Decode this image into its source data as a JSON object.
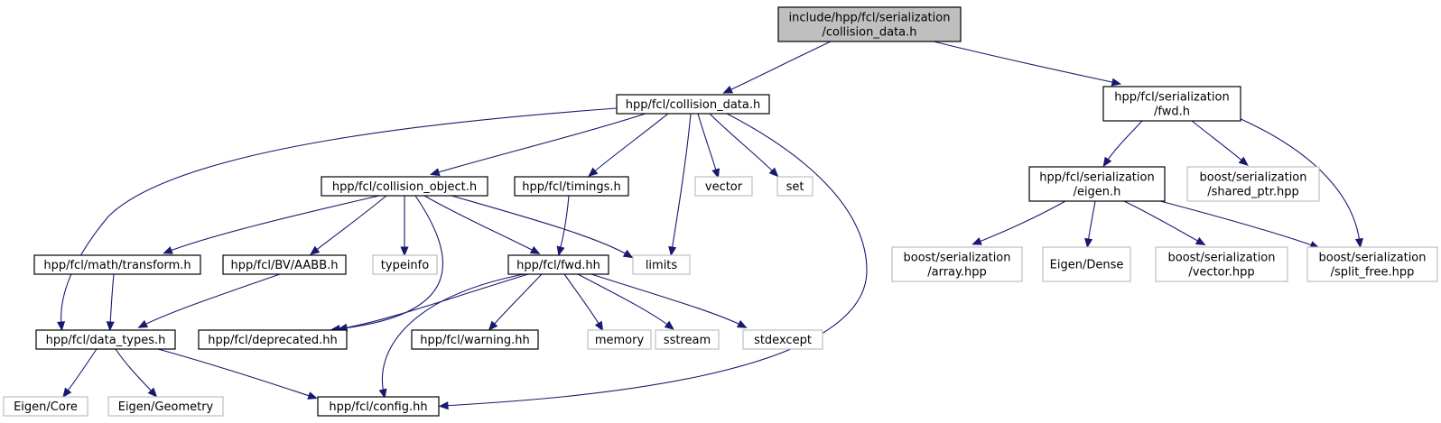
{
  "colors": {
    "edge": "#191970",
    "root_fill": "#bfbfbf",
    "node_border": "#000000",
    "external_border": "#bfbfbf",
    "background": "#ffffff"
  },
  "nodes": [
    {
      "id": "root",
      "lines": [
        "include/hpp/fcl/serialization",
        "/collision_data.h"
      ],
      "kind": "root"
    },
    {
      "id": "collision_data",
      "lines": [
        "hpp/fcl/collision_data.h"
      ],
      "kind": "internal"
    },
    {
      "id": "ser_fwd",
      "lines": [
        "hpp/fcl/serialization",
        "/fwd.h"
      ],
      "kind": "internal"
    },
    {
      "id": "collision_object",
      "lines": [
        "hpp/fcl/collision_object.h"
      ],
      "kind": "internal"
    },
    {
      "id": "timings",
      "lines": [
        "hpp/fcl/timings.h"
      ],
      "kind": "internal"
    },
    {
      "id": "vector",
      "lines": [
        "vector"
      ],
      "kind": "external"
    },
    {
      "id": "set",
      "lines": [
        "set"
      ],
      "kind": "external"
    },
    {
      "id": "ser_eigen",
      "lines": [
        "hpp/fcl/serialization",
        "/eigen.h"
      ],
      "kind": "internal"
    },
    {
      "id": "shared_ptr",
      "lines": [
        "boost/serialization",
        "/shared_ptr.hpp"
      ],
      "kind": "external"
    },
    {
      "id": "transform",
      "lines": [
        "hpp/fcl/math/transform.h"
      ],
      "kind": "internal"
    },
    {
      "id": "aabb",
      "lines": [
        "hpp/fcl/BV/AABB.h"
      ],
      "kind": "internal"
    },
    {
      "id": "typeinfo",
      "lines": [
        "typeinfo"
      ],
      "kind": "external"
    },
    {
      "id": "fwd",
      "lines": [
        "hpp/fcl/fwd.hh"
      ],
      "kind": "internal"
    },
    {
      "id": "limits",
      "lines": [
        "limits"
      ],
      "kind": "external"
    },
    {
      "id": "array",
      "lines": [
        "boost/serialization",
        "/array.hpp"
      ],
      "kind": "external"
    },
    {
      "id": "eigen_dense",
      "lines": [
        "Eigen/Dense"
      ],
      "kind": "external"
    },
    {
      "id": "ser_vector",
      "lines": [
        "boost/serialization",
        "/vector.hpp"
      ],
      "kind": "external"
    },
    {
      "id": "split_free",
      "lines": [
        "boost/serialization",
        "/split_free.hpp"
      ],
      "kind": "external"
    },
    {
      "id": "data_types",
      "lines": [
        "hpp/fcl/data_types.h"
      ],
      "kind": "internal"
    },
    {
      "id": "deprecated",
      "lines": [
        "hpp/fcl/deprecated.hh"
      ],
      "kind": "internal"
    },
    {
      "id": "warning",
      "lines": [
        "hpp/fcl/warning.hh"
      ],
      "kind": "internal"
    },
    {
      "id": "memory",
      "lines": [
        "memory"
      ],
      "kind": "external"
    },
    {
      "id": "sstream",
      "lines": [
        "sstream"
      ],
      "kind": "external"
    },
    {
      "id": "stdexcept",
      "lines": [
        "stdexcept"
      ],
      "kind": "external"
    },
    {
      "id": "eigen_core",
      "lines": [
        "Eigen/Core"
      ],
      "kind": "external"
    },
    {
      "id": "eigen_geometry",
      "lines": [
        "Eigen/Geometry"
      ],
      "kind": "external"
    },
    {
      "id": "config",
      "lines": [
        "hpp/fcl/config.hh"
      ],
      "kind": "internal"
    }
  ],
  "edges": [
    [
      "root",
      "collision_data"
    ],
    [
      "root",
      "ser_fwd"
    ],
    [
      "collision_data",
      "data_types"
    ],
    [
      "collision_data",
      "collision_object"
    ],
    [
      "collision_data",
      "timings"
    ],
    [
      "collision_data",
      "limits"
    ],
    [
      "collision_data",
      "vector"
    ],
    [
      "collision_data",
      "set"
    ],
    [
      "collision_data",
      "config"
    ],
    [
      "collision_object",
      "transform"
    ],
    [
      "collision_object",
      "aabb"
    ],
    [
      "collision_object",
      "typeinfo"
    ],
    [
      "collision_object",
      "fwd"
    ],
    [
      "collision_object",
      "limits"
    ],
    [
      "collision_object",
      "deprecated"
    ],
    [
      "timings",
      "fwd"
    ],
    [
      "transform",
      "data_types"
    ],
    [
      "aabb",
      "data_types"
    ],
    [
      "fwd",
      "deprecated"
    ],
    [
      "fwd",
      "warning"
    ],
    [
      "fwd",
      "memory"
    ],
    [
      "fwd",
      "sstream"
    ],
    [
      "fwd",
      "stdexcept"
    ],
    [
      "fwd",
      "config"
    ],
    [
      "data_types",
      "eigen_core"
    ],
    [
      "data_types",
      "eigen_geometry"
    ],
    [
      "data_types",
      "config"
    ],
    [
      "ser_fwd",
      "ser_eigen"
    ],
    [
      "ser_fwd",
      "shared_ptr"
    ],
    [
      "ser_fwd",
      "split_free"
    ],
    [
      "ser_eigen",
      "array"
    ],
    [
      "ser_eigen",
      "eigen_dense"
    ],
    [
      "ser_eigen",
      "ser_vector"
    ],
    [
      "ser_eigen",
      "split_free"
    ]
  ]
}
